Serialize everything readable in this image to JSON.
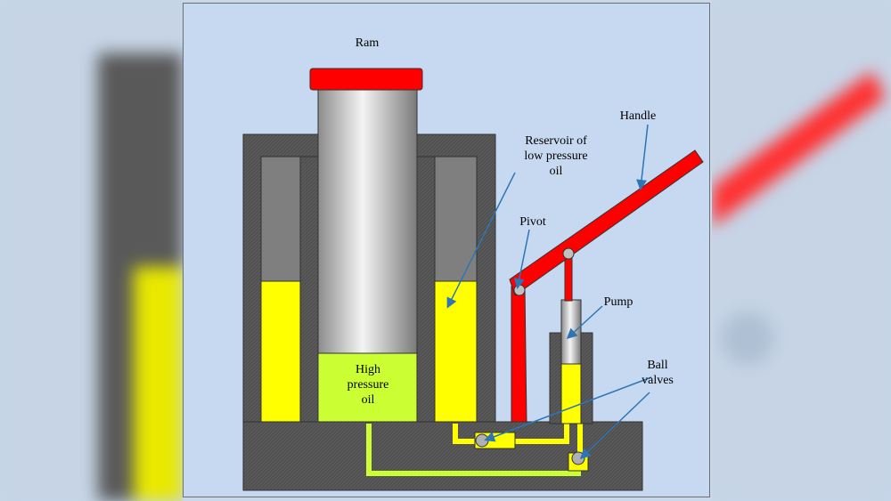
{
  "labels": {
    "ram": "Ram",
    "handle": "Handle",
    "reservoir": "Reservoir of\nlow pressure\noil",
    "pivot": "Pivot",
    "pump": "Pump",
    "high_pressure_oil": "High\npressure\noil",
    "ball_valves": "Ball\nvalves"
  },
  "colors": {
    "background": "#c6d9f1",
    "body": "#595959",
    "oil_low": "#ffff00",
    "oil_high": "#ccff33",
    "ram_handle": "#ff0000",
    "arrow": "#2e75b6"
  }
}
